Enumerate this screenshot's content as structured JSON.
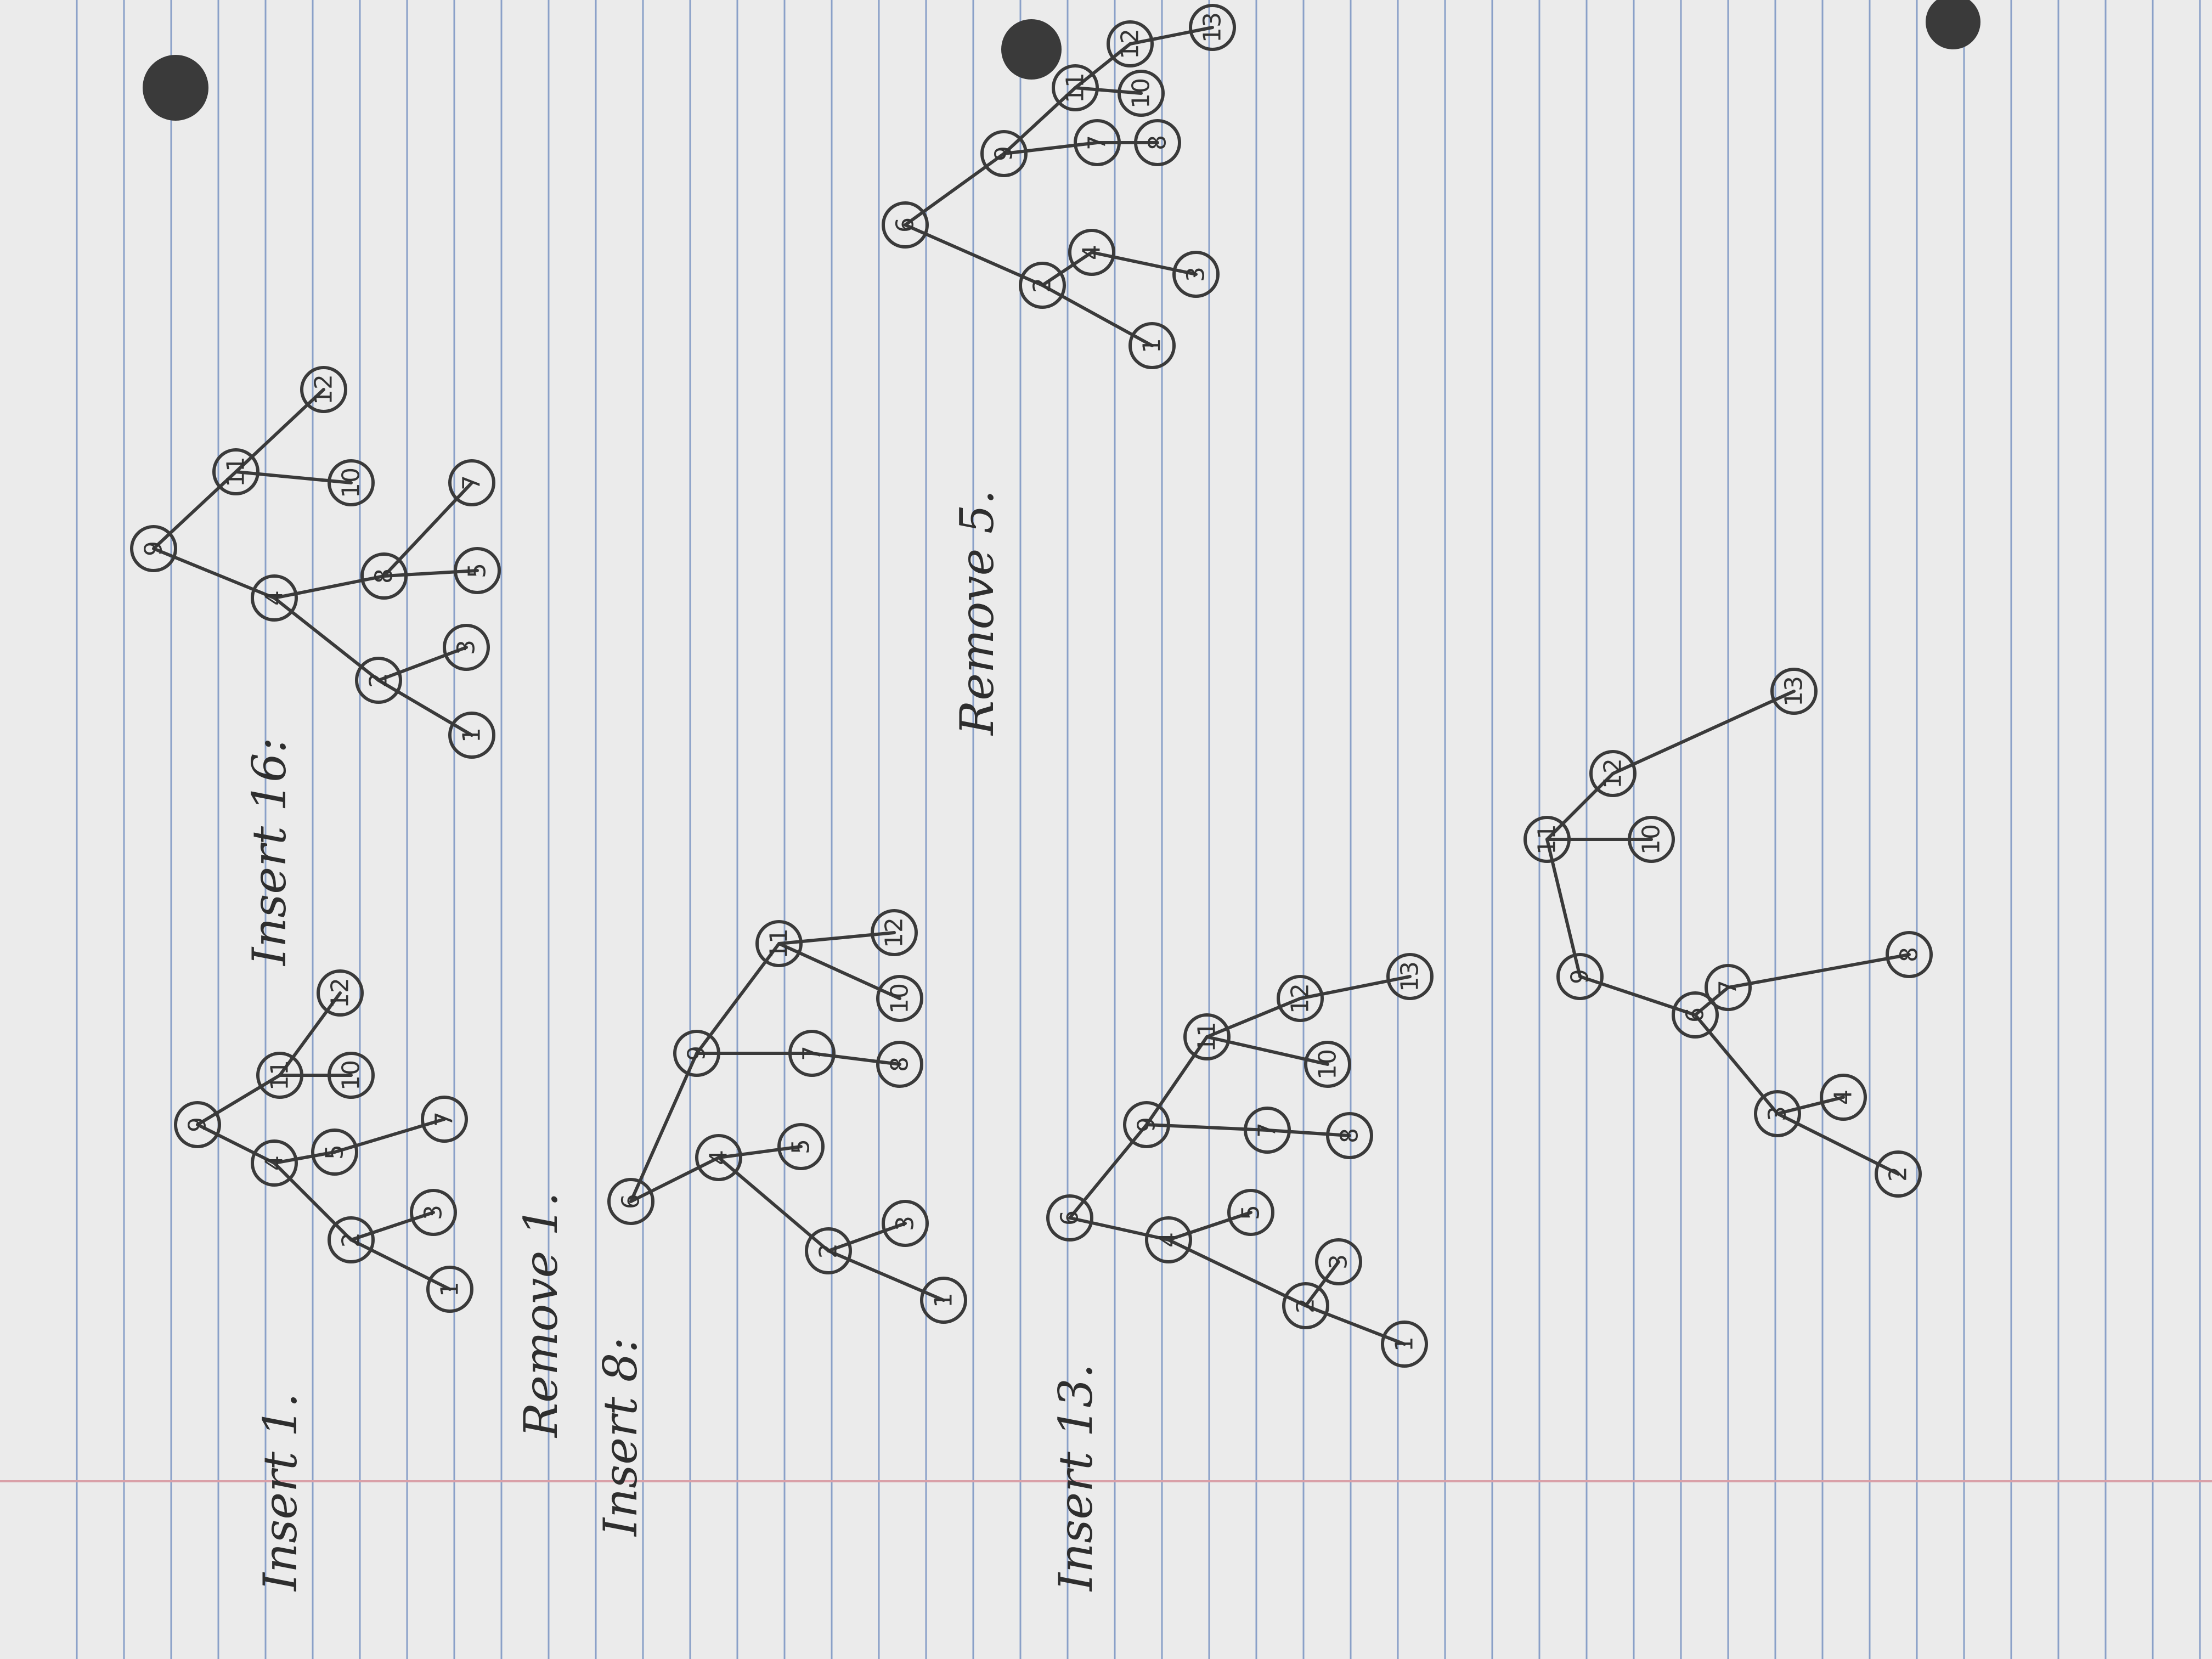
{
  "labels": {
    "insert_1": "Insert 1.",
    "insert_16": "Insert 16:",
    "insert_8": "Insert 8:",
    "remove_5": "Remove 5.",
    "insert_13": "Insert 13.",
    "remove_1": "Remove 1."
  },
  "trees": [
    {
      "id": "insert-1",
      "nodes": [
        "9",
        "4",
        "11",
        "2",
        "5",
        "10",
        "12",
        "1",
        "3",
        "7"
      ],
      "edges": [
        [
          "9",
          "4"
        ],
        [
          "9",
          "11"
        ],
        [
          "4",
          "2"
        ],
        [
          "4",
          "5"
        ],
        [
          "5",
          "7"
        ],
        [
          "2",
          "1"
        ],
        [
          "2",
          "3"
        ],
        [
          "11",
          "10"
        ],
        [
          "11",
          "12"
        ]
      ]
    },
    {
      "id": "insert-16",
      "nodes": [
        "9",
        "4",
        "11",
        "2",
        "8",
        "10",
        "12",
        "1",
        "3",
        "5",
        "7"
      ],
      "edges": [
        [
          "9",
          "4"
        ],
        [
          "9",
          "11"
        ],
        [
          "4",
          "2"
        ],
        [
          "4",
          "8"
        ],
        [
          "2",
          "1"
        ],
        [
          "2",
          "3"
        ],
        [
          "8",
          "5"
        ],
        [
          "8",
          "7"
        ],
        [
          "11",
          "10"
        ],
        [
          "11",
          "12"
        ]
      ]
    },
    {
      "id": "insert-8",
      "nodes": [
        "6",
        "4",
        "9",
        "2",
        "5",
        "7",
        "11",
        "1",
        "3",
        "8",
        "10",
        "12"
      ],
      "edges": [
        [
          "6",
          "4"
        ],
        [
          "6",
          "9"
        ],
        [
          "4",
          "2"
        ],
        [
          "4",
          "5"
        ],
        [
          "2",
          "1"
        ],
        [
          "2",
          "3"
        ],
        [
          "9",
          "7"
        ],
        [
          "9",
          "11"
        ],
        [
          "7",
          "8"
        ],
        [
          "11",
          "10"
        ],
        [
          "11",
          "12"
        ]
      ]
    },
    {
      "id": "remove-5",
      "nodes": [
        "6",
        "2",
        "9",
        "1",
        "4",
        "3",
        "7",
        "11",
        "8",
        "10",
        "12",
        "13"
      ],
      "edges": [
        [
          "6",
          "2"
        ],
        [
          "6",
          "9"
        ],
        [
          "2",
          "1"
        ],
        [
          "2",
          "4"
        ],
        [
          "4",
          "3"
        ],
        [
          "9",
          "7"
        ],
        [
          "9",
          "11"
        ],
        [
          "7",
          "8"
        ],
        [
          "11",
          "10"
        ],
        [
          "11",
          "12"
        ],
        [
          "12",
          "13"
        ]
      ]
    },
    {
      "id": "insert-13",
      "nodes": [
        "6",
        "4",
        "9",
        "2",
        "5",
        "7",
        "11",
        "1",
        "3",
        "8",
        "10",
        "12",
        "13"
      ],
      "edges": [
        [
          "6",
          "4"
        ],
        [
          "6",
          "9"
        ],
        [
          "4",
          "2"
        ],
        [
          "4",
          "5"
        ],
        [
          "2",
          "1"
        ],
        [
          "2",
          "3"
        ],
        [
          "9",
          "7"
        ],
        [
          "9",
          "11"
        ],
        [
          "7",
          "8"
        ],
        [
          "11",
          "10"
        ],
        [
          "11",
          "12"
        ],
        [
          "12",
          "13"
        ]
      ]
    },
    {
      "id": "remove-1",
      "nodes": [
        "9",
        "6",
        "11",
        "3",
        "7",
        "10",
        "12",
        "2",
        "4",
        "8",
        "13"
      ],
      "edges": [
        [
          "9",
          "6"
        ],
        [
          "9",
          "11"
        ],
        [
          "6",
          "3"
        ],
        [
          "6",
          "7"
        ],
        [
          "3",
          "2"
        ],
        [
          "3",
          "4"
        ],
        [
          "7",
          "8"
        ],
        [
          "11",
          "10"
        ],
        [
          "11",
          "12"
        ],
        [
          "12",
          "13"
        ]
      ]
    }
  ]
}
